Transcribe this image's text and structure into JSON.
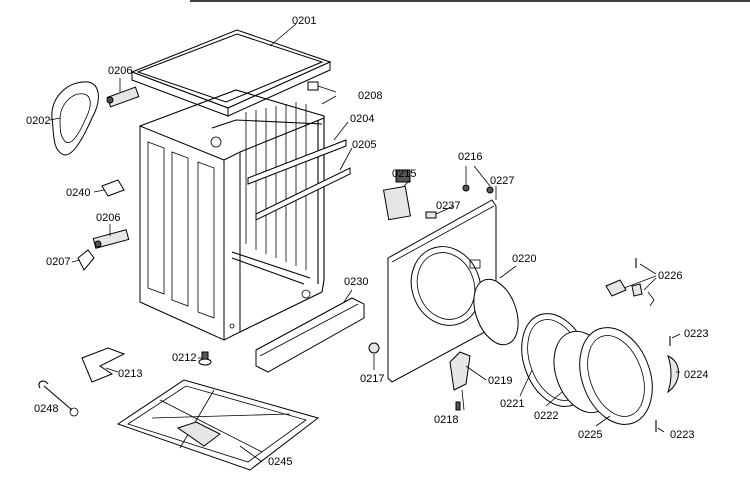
{
  "diagram": {
    "top_rule": true,
    "callouts": [
      {
        "id": "c0201",
        "label": "0201"
      },
      {
        "id": "c0202",
        "label": "0202"
      },
      {
        "id": "c0204",
        "label": "0204"
      },
      {
        "id": "c0205",
        "label": "0205"
      },
      {
        "id": "c0206a",
        "label": "0206"
      },
      {
        "id": "c0206b",
        "label": "0206"
      },
      {
        "id": "c0207",
        "label": "0207"
      },
      {
        "id": "c0208",
        "label": "0208"
      },
      {
        "id": "c0212",
        "label": "0212"
      },
      {
        "id": "c0213",
        "label": "0213"
      },
      {
        "id": "c0215",
        "label": "0215"
      },
      {
        "id": "c0216",
        "label": "0216"
      },
      {
        "id": "c0217",
        "label": "0217"
      },
      {
        "id": "c0218",
        "label": "0218"
      },
      {
        "id": "c0219",
        "label": "0219"
      },
      {
        "id": "c0220",
        "label": "0220"
      },
      {
        "id": "c0221",
        "label": "0221"
      },
      {
        "id": "c0222",
        "label": "0222"
      },
      {
        "id": "c0223a",
        "label": "0223"
      },
      {
        "id": "c0223b",
        "label": "0223"
      },
      {
        "id": "c0224",
        "label": "0224"
      },
      {
        "id": "c0225",
        "label": "0225"
      },
      {
        "id": "c0226",
        "label": "0226"
      },
      {
        "id": "c0227",
        "label": "0227"
      },
      {
        "id": "c0230",
        "label": "0230"
      },
      {
        "id": "c0237",
        "label": "0237"
      },
      {
        "id": "c0240",
        "label": "0240"
      },
      {
        "id": "c0245",
        "label": "0245"
      },
      {
        "id": "c0248",
        "label": "0248"
      }
    ]
  }
}
